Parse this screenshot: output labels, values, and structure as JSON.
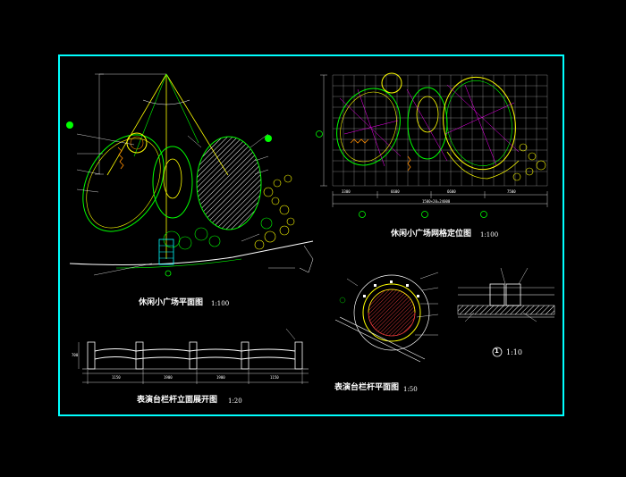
{
  "colors": {
    "background": "#000000",
    "frame": "#00ffff",
    "green": "#00ff00",
    "yellow": "#ffff00",
    "white": "#ffffff",
    "magenta": "#ff00ff",
    "red": "#ff3030",
    "grid": "#a0a0a0",
    "orange": "#ff8c00",
    "tan": "#d2b48c"
  },
  "titles": {
    "plan": "休闲小广场平面图",
    "plan_scale": "1:100",
    "grid": "休闲小广场网格定位图",
    "grid_scale": "1:100",
    "railing_elev": "表演台栏杆立面展开图",
    "railing_elev_scale": "1:20",
    "railing_plan": "表演台栏杆平面图",
    "railing_plan_scale": "1:50",
    "detail_no": "1",
    "detail_scale": "1:10"
  },
  "grid_dims": [
    "3300",
    "6600",
    "6600",
    "7500"
  ],
  "grid_total": "1500×20=24000",
  "elev_dims": [
    "1150",
    "1900",
    "1900",
    "1150"
  ],
  "elev_side_dim": "700"
}
